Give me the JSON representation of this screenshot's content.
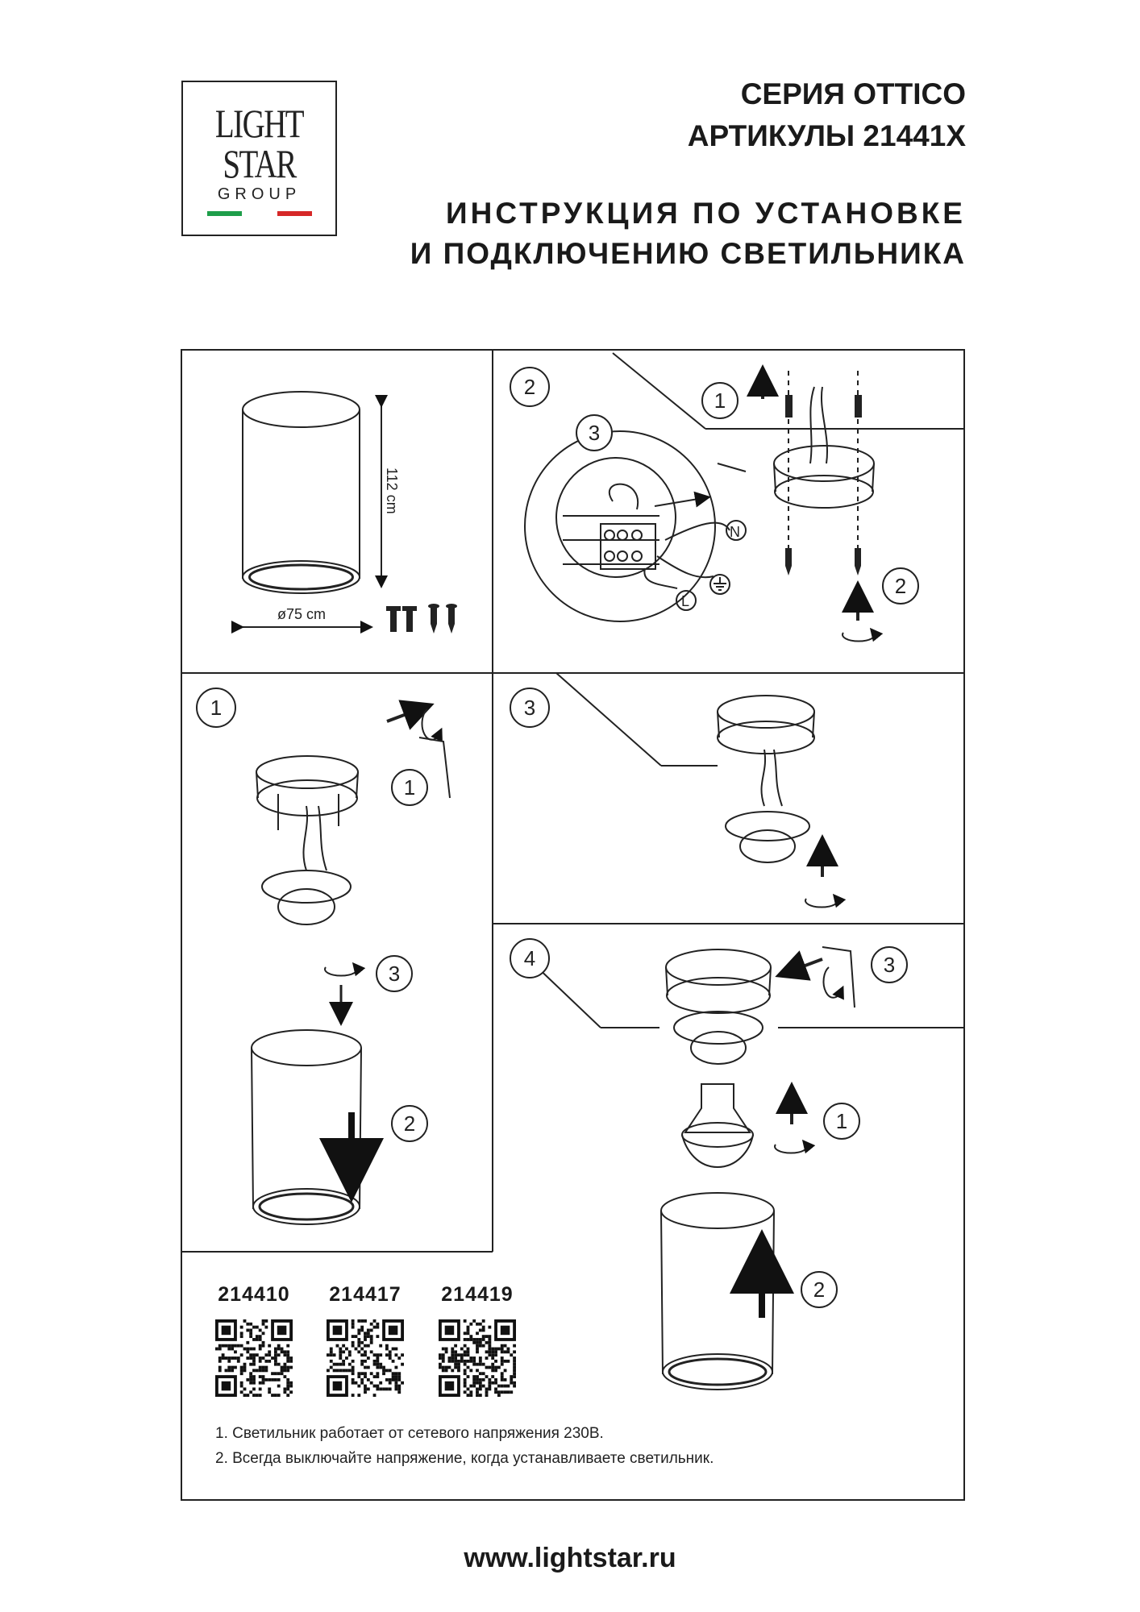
{
  "logo": {
    "line1": "LIGHT",
    "line2": "STAR",
    "line3": "GROUP",
    "flag_colors": [
      "#1e9e4a",
      "#ffffff",
      "#d62828"
    ]
  },
  "header": {
    "series": "СЕРИЯ OTTICO",
    "articles": "АРТИКУЛЫ 21441X",
    "title_line1": "ИНСТРУКЦИЯ ПО УСТАНОВКЕ",
    "title_line2": "И ПОДКЛЮЧЕНИЮ СВЕТИЛЬНИКА"
  },
  "dimensions": {
    "height": "112 cm",
    "diameter": "ø75 cm"
  },
  "steps": {
    "panel2": "2",
    "panel1": "1",
    "panel3": "3",
    "panel4": "4",
    "sub1": "1",
    "sub2": "2",
    "sub3": "3"
  },
  "wiring": {
    "neutral": "N",
    "live": "L"
  },
  "qr_codes": [
    {
      "article": "214410"
    },
    {
      "article": "214417"
    },
    {
      "article": "214419"
    }
  ],
  "notes": [
    "1. Светильник работает от сетевого напряжения 230В.",
    "2. Всегда выключайте напряжение, когда устанавливаете светильник."
  ],
  "footer": {
    "url": "www.lightstar.ru"
  }
}
